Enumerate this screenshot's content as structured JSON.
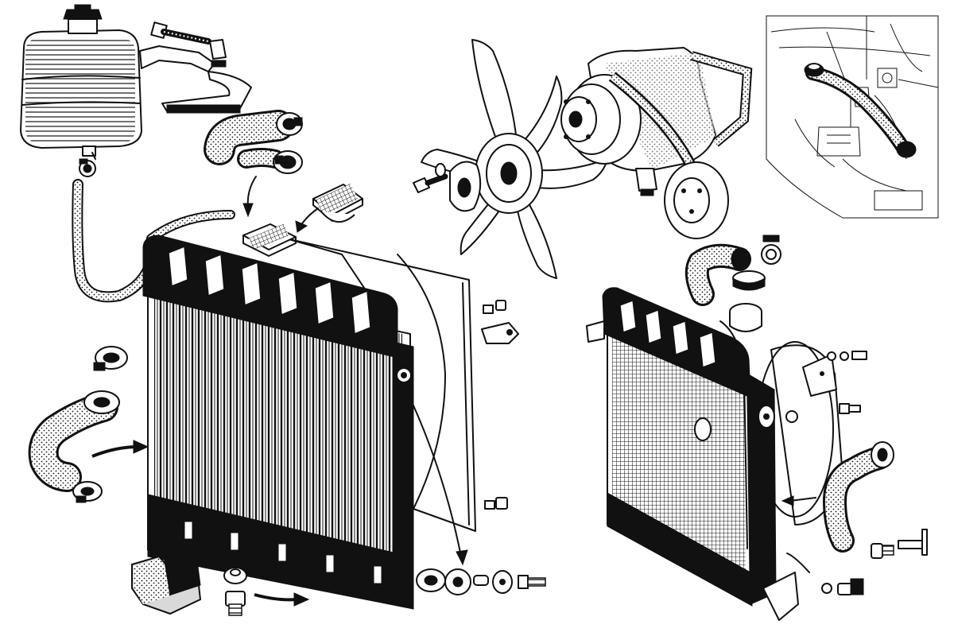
{
  "figure": {
    "kind": "exploded cooling system parts illustration",
    "ink_color": "#111111",
    "paper_color": "#ffffff"
  },
  "components": [
    {
      "id": "expansion-tank",
      "icon": "expansion-tank-icon"
    },
    {
      "id": "tank-bracket",
      "icon": "bracket-icon"
    },
    {
      "id": "upper-hose",
      "icon": "hose-icon"
    },
    {
      "id": "radiator-cap",
      "icon": "radiator-cap-icon"
    },
    {
      "id": "radiator-front",
      "icon": "radiator-icon"
    },
    {
      "id": "fan-shroud",
      "icon": "fan-shroud-icon"
    },
    {
      "id": "lower-hose",
      "icon": "hose-icon"
    },
    {
      "id": "hose-clamp",
      "icon": "hose-clamp-icon"
    },
    {
      "id": "rubber-mount",
      "icon": "rubber-mount-icon"
    },
    {
      "id": "drain-plug",
      "icon": "drain-plug-icon"
    },
    {
      "id": "mounting-hardware",
      "icon": "bolt-icon"
    },
    {
      "id": "fan",
      "icon": "fan-icon"
    },
    {
      "id": "water-pump",
      "icon": "water-pump-icon"
    },
    {
      "id": "engine-detail",
      "icon": "engine-detail-icon"
    },
    {
      "id": "radiator-rear",
      "icon": "radiator-icon"
    },
    {
      "id": "rear-hose",
      "icon": "hose-icon"
    },
    {
      "id": "drain-tap",
      "icon": "drain-tap-icon"
    }
  ]
}
